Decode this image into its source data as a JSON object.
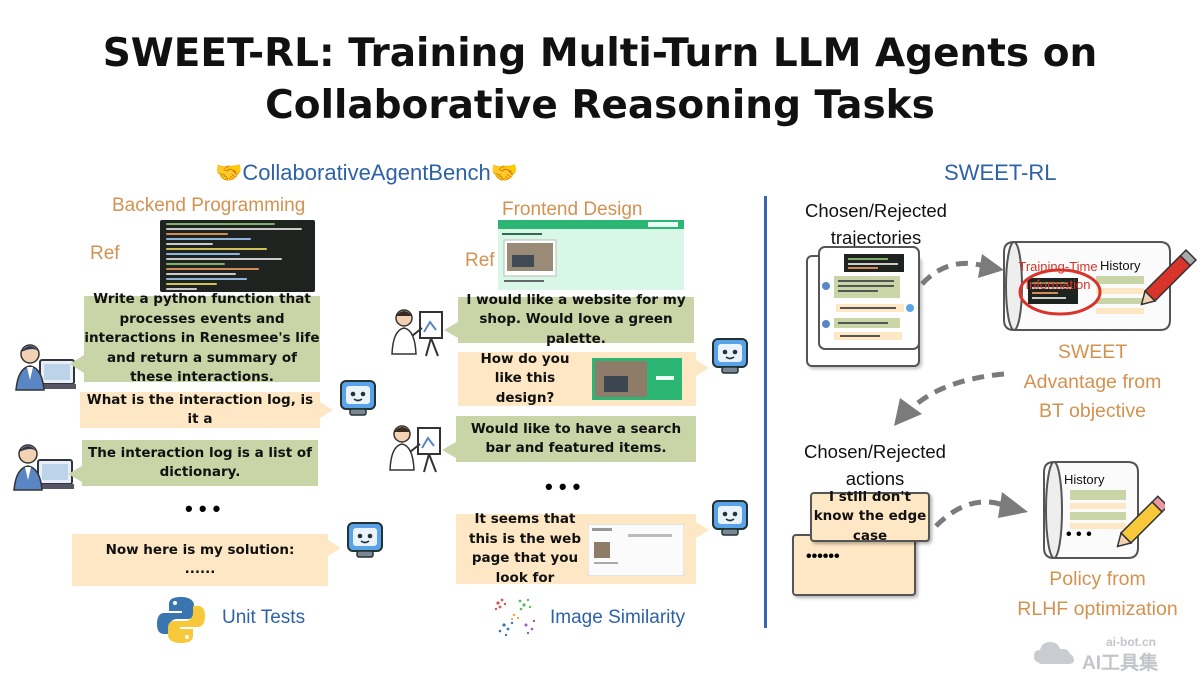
{
  "title_line1": "SWEET-RL: Training Multi-Turn LLM Agents on",
  "title_line2": "Collaborative Reasoning Tasks",
  "bench": {
    "label": "CollaborativeAgentBench",
    "emoji": "🤝"
  },
  "backend": {
    "label": "Backend Programming",
    "ref": "Ref",
    "user_msg1": "Write a python function that processes events and interactions in Renesmee's life and return a summary of these interactions.",
    "agent_msg1": "What is the interaction log, is it a",
    "user_msg2": "The interaction log is a list of dictionary.",
    "ellipsis": "• • •",
    "agent_msg2_line1": "Now here is my solution:",
    "agent_msg2_line2": "......",
    "eval": "Unit Tests"
  },
  "frontend": {
    "label": "Frontend Design",
    "ref": "Ref",
    "user_msg1": "I would like a website for my shop. Would love a green palette.",
    "agent_msg1": "How do you like this design?",
    "user_msg2": "Would like to have a search bar and featured items.",
    "ellipsis": "• • •",
    "agent_msg2": "It seems that this is the web page that you look for",
    "eval": "Image Similarity"
  },
  "sweet_rl": {
    "label": "SWEET-RL",
    "chosen_traj": "Chosen/Rejected trajectories",
    "training_time": "Training-Time Information",
    "history": "History",
    "sweet_l1": "SWEET",
    "sweet_l2": "Advantage from",
    "sweet_l3": "BT objective",
    "chosen_actions": "Chosen/Rejected actions",
    "action_text": "I still don't know the edge case",
    "action_dots": "••••••",
    "history2": "History",
    "dots2": "• • •",
    "policy_l1": "Policy from",
    "policy_l2": "RLHF optimization"
  },
  "watermark": {
    "domain": "ai-bot.cn",
    "name": "AI工具集"
  },
  "colors": {
    "blue": "#2e62a8",
    "orange": "#d3924f",
    "green_bubble": "#c9d4a7",
    "beige_bubble": "#fde7c4",
    "divider": "#3a63b8"
  }
}
